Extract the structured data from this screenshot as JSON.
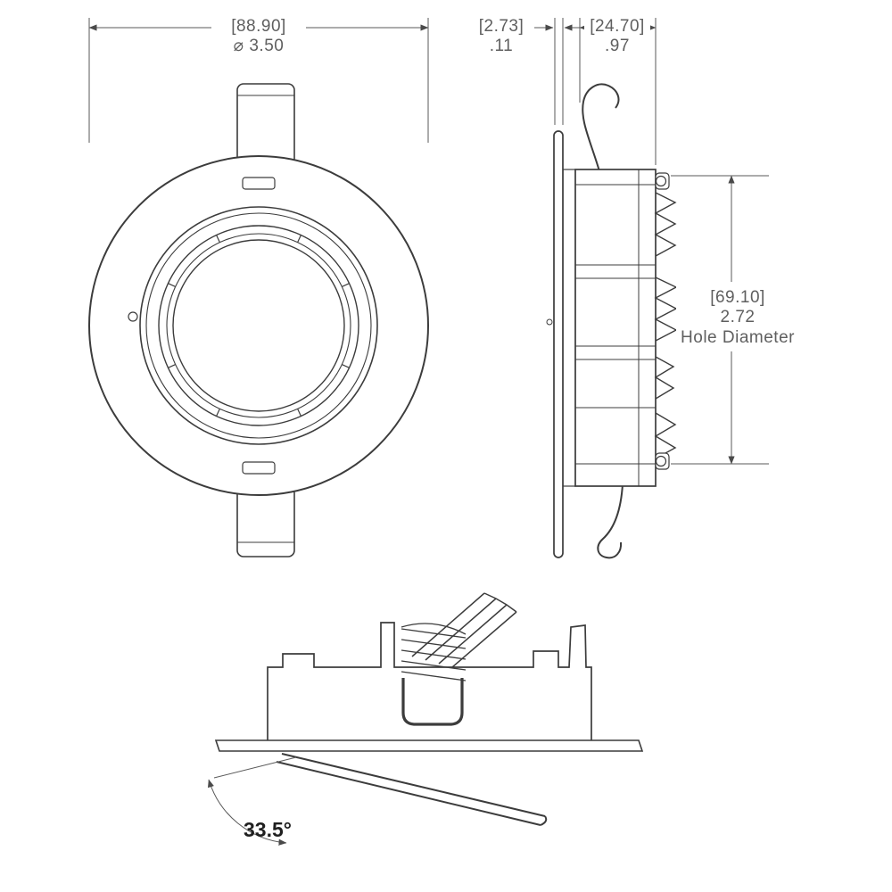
{
  "drawing": {
    "dimensions": {
      "bezel_diameter": {
        "mm": "[88.90]",
        "in": "⌀ 3.50"
      },
      "flange_thickness": {
        "mm": "[2.73]",
        "in": ".11"
      },
      "mount_depth": {
        "mm": "[24.70]",
        "in": ".97"
      },
      "hole_diameter": {
        "mm": "[69.10]",
        "in": "2.72",
        "label": "Hole Diameter"
      },
      "tilt_angle": {
        "value": "33.5°"
      }
    },
    "colors": {
      "line": "#3c3c3c",
      "dim_line": "#5a5a5a",
      "dim_text": "#5f5f5f",
      "angle_text": "#1f1f1f",
      "background": "#ffffff"
    }
  }
}
